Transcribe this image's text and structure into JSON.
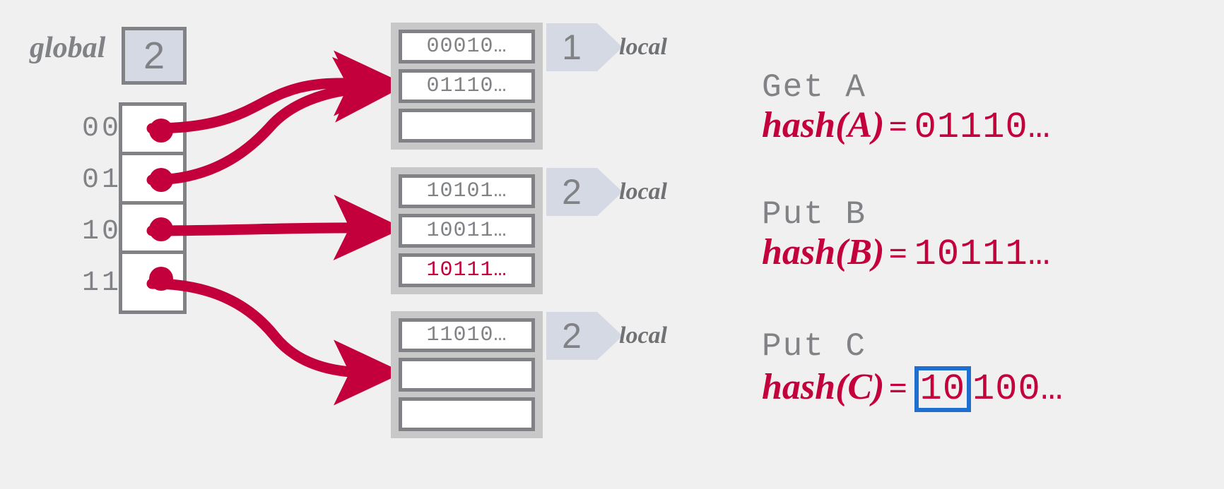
{
  "diagram": {
    "title": "extendible-hashing",
    "background_color": "#f0f0f0",
    "accent_color": "#c4003c",
    "gray_color": "#808285",
    "bucket_frame_color": "#c8c8c8",
    "pennant_color": "#d4d9e4",
    "highlight_box_color": "#1f6fd0"
  },
  "global": {
    "label": "global",
    "depth": "2"
  },
  "directory": {
    "entries": [
      {
        "key": "00",
        "pointer_icon": "pointer-dot"
      },
      {
        "key": "01",
        "pointer_icon": "pointer-dot"
      },
      {
        "key": "10",
        "pointer_icon": "pointer-dot"
      },
      {
        "key": "11",
        "pointer_icon": "pointer-dot"
      }
    ]
  },
  "buckets": [
    {
      "local_label": "local",
      "local_depth": "1",
      "slots": [
        {
          "value": "00010…",
          "state": "normal"
        },
        {
          "value": "01110…",
          "state": "normal"
        },
        {
          "value": "",
          "state": "empty"
        }
      ]
    },
    {
      "local_label": "local",
      "local_depth": "2",
      "slots": [
        {
          "value": "10101…",
          "state": "normal"
        },
        {
          "value": "10011…",
          "state": "normal"
        },
        {
          "value": "10111…",
          "state": "highlighted"
        }
      ]
    },
    {
      "local_label": "local",
      "local_depth": "2",
      "slots": [
        {
          "value": "11010…",
          "state": "normal"
        },
        {
          "value": "",
          "state": "empty"
        },
        {
          "value": "",
          "state": "empty"
        }
      ]
    }
  ],
  "operations": [
    {
      "command": "Get A",
      "hash_fn": "hash(A)",
      "equals": "=",
      "hash_boxed_prefix": "",
      "hash_value": "01110…"
    },
    {
      "command": "Put B",
      "hash_fn": "hash(B)",
      "equals": "=",
      "hash_boxed_prefix": "",
      "hash_value": "10111…"
    },
    {
      "command": "Put C",
      "hash_fn": "hash(C)",
      "equals": "=",
      "hash_boxed_prefix": "10",
      "hash_value": "100…"
    }
  ]
}
